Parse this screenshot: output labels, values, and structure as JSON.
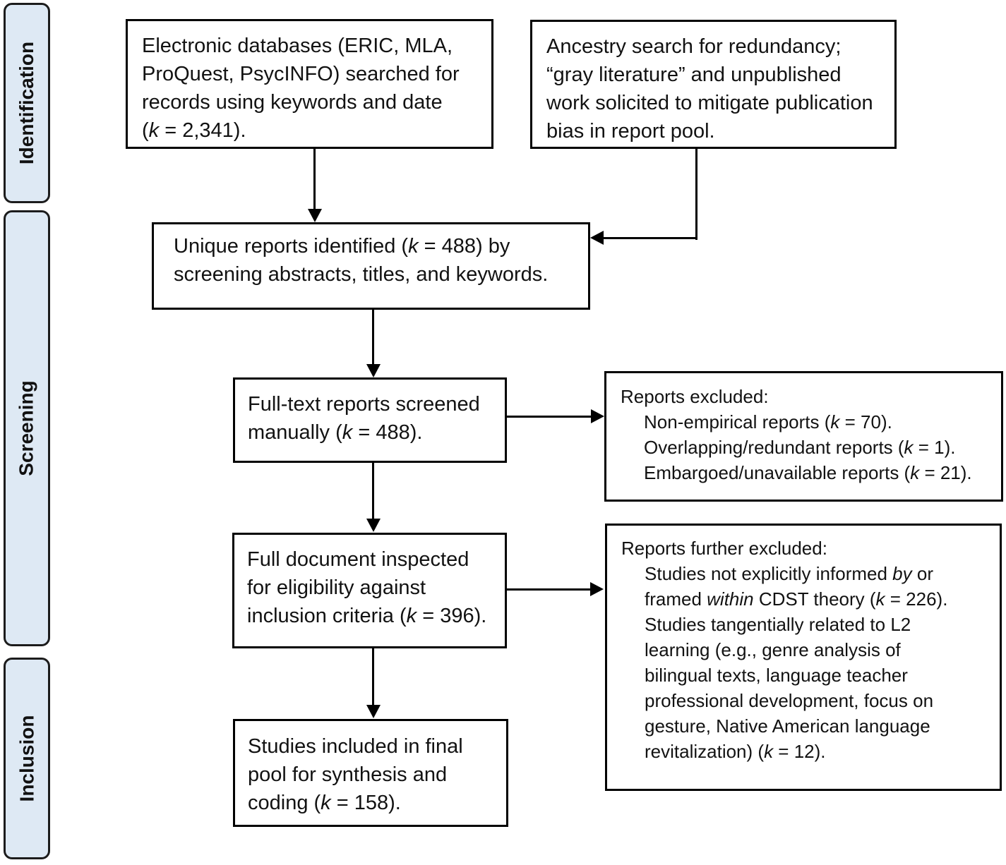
{
  "figure": {
    "type": "prisma-flow-diagram",
    "description": "Systematic review report flow from identification to inclusion"
  },
  "colors": {
    "sidebar_fill": "#dee9f4",
    "box_fill": "#ffffff",
    "line": "#000000",
    "text": "#121212"
  },
  "counts": {
    "records_searched": "2,341",
    "unique_reports": "488",
    "fulltext_screened": "488",
    "excluded_non_empirical": "70",
    "excluded_overlapping": "1",
    "excluded_embargoed": "21",
    "inspected_for_eligibility": "396",
    "excluded_not_cdst": "226",
    "excluded_tangential": "12",
    "included_final_pool": "158"
  },
  "sidebar": {
    "labels": [
      {
        "id": "identification",
        "text": "Identification"
      },
      {
        "id": "screening",
        "text": "Screening"
      },
      {
        "id": "inclusion",
        "text": "Inclusion"
      }
    ]
  },
  "boxes": {
    "databases": {
      "stage": "identification",
      "lines": [
        {
          "seg": [
            {
              "t": "Electronic databases (ERIC, MLA,"
            }
          ]
        },
        {
          "seg": [
            {
              "t": "ProQuest, PsycINFO) searched for"
            }
          ]
        },
        {
          "seg": [
            {
              "t": "records using keywords and date"
            }
          ]
        },
        {
          "seg": [
            {
              "t": "("
            },
            {
              "t": "k",
              "i": 1
            },
            {
              "t": " = 2,341)."
            }
          ]
        }
      ]
    },
    "ancestry": {
      "stage": "identification",
      "lines": [
        {
          "seg": [
            {
              "t": "Ancestry search for redundancy;"
            }
          ]
        },
        {
          "seg": [
            {
              "t": "“gray literature” and unpublished"
            }
          ]
        },
        {
          "seg": [
            {
              "t": "work solicited to mitigate publication"
            }
          ]
        },
        {
          "seg": [
            {
              "t": "bias in report pool."
            }
          ]
        }
      ]
    },
    "unique": {
      "stage": "screening",
      "lines": [
        {
          "seg": [
            {
              "t": "Unique reports identified ("
            },
            {
              "t": "k",
              "i": 1
            },
            {
              "t": " = 488) by"
            }
          ]
        },
        {
          "seg": [
            {
              "t": "screening abstracts, titles, and keywords."
            }
          ]
        }
      ]
    },
    "fulltext": {
      "stage": "screening",
      "lines": [
        {
          "seg": [
            {
              "t": "Full-text reports screened"
            }
          ]
        },
        {
          "seg": [
            {
              "t": "manually ("
            },
            {
              "t": "k",
              "i": 1
            },
            {
              "t": " = 488)."
            }
          ]
        }
      ]
    },
    "excluded": {
      "stage": "screening",
      "lines": [
        {
          "seg": [
            {
              "t": "Reports excluded:"
            }
          ]
        },
        {
          "ind": 1,
          "seg": [
            {
              "t": "Non-empirical reports ("
            },
            {
              "t": "k",
              "i": 1
            },
            {
              "t": " = 70)."
            }
          ]
        },
        {
          "ind": 1,
          "seg": [
            {
              "t": "Overlapping/redundant reports ("
            },
            {
              "t": "k",
              "i": 1
            },
            {
              "t": " = 1)."
            }
          ]
        },
        {
          "ind": 1,
          "seg": [
            {
              "t": "Embargoed/unavailable reports ("
            },
            {
              "t": "k",
              "i": 1
            },
            {
              "t": " = 21)."
            }
          ]
        }
      ]
    },
    "inspected": {
      "stage": "screening",
      "lines": [
        {
          "seg": [
            {
              "t": "Full document inspected"
            }
          ]
        },
        {
          "seg": [
            {
              "t": "for eligibility against"
            }
          ]
        },
        {
          "seg": [
            {
              "t": "inclusion criteria ("
            },
            {
              "t": "k",
              "i": 1
            },
            {
              "t": " = 396)."
            }
          ]
        }
      ]
    },
    "further_excluded": {
      "stage": "screening",
      "lines": [
        {
          "seg": [
            {
              "t": "Reports further excluded:"
            }
          ]
        },
        {
          "ind": 1,
          "seg": [
            {
              "t": "Studies not explicitly informed "
            },
            {
              "t": "by",
              "i": 1
            },
            {
              "t": " or"
            }
          ]
        },
        {
          "ind": 1,
          "seg": [
            {
              "t": "framed "
            },
            {
              "t": "within",
              "i": 1
            },
            {
              "t": " CDST theory ("
            },
            {
              "t": "k",
              "i": 1
            },
            {
              "t": " = 226)."
            }
          ]
        },
        {
          "ind": 1,
          "seg": [
            {
              "t": "Studies tangentially related to L2"
            }
          ]
        },
        {
          "ind": 1,
          "seg": [
            {
              "t": "learning (e.g., genre analysis of"
            }
          ]
        },
        {
          "ind": 1,
          "seg": [
            {
              "t": "bilingual texts, language teacher"
            }
          ]
        },
        {
          "ind": 1,
          "seg": [
            {
              "t": "professional development, focus on"
            }
          ]
        },
        {
          "ind": 1,
          "seg": [
            {
              "t": "gesture, Native American language"
            }
          ]
        },
        {
          "ind": 1,
          "seg": [
            {
              "t": "revitalization) ("
            },
            {
              "t": "k",
              "i": 1
            },
            {
              "t": " = 12)."
            }
          ]
        }
      ]
    },
    "included": {
      "stage": "inclusion",
      "lines": [
        {
          "seg": [
            {
              "t": "Studies included in final"
            }
          ]
        },
        {
          "seg": [
            {
              "t": "pool for synthesis and"
            }
          ]
        },
        {
          "seg": [
            {
              "t": "coding ("
            },
            {
              "t": "k",
              "i": 1
            },
            {
              "t": " = 158)."
            }
          ]
        }
      ]
    }
  }
}
